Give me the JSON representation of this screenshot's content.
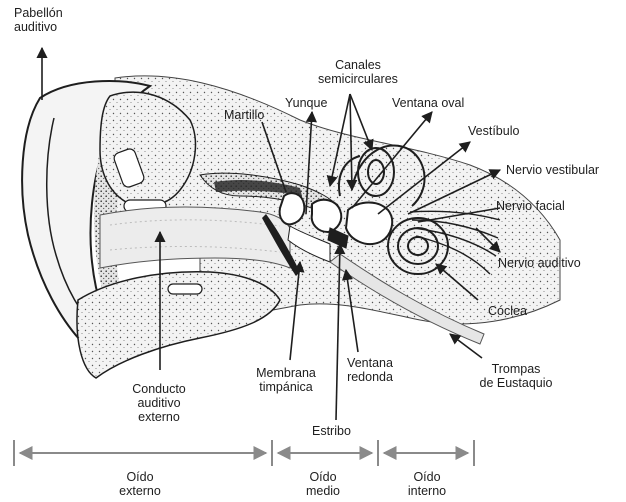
{
  "labels": {
    "pabellon_1": "Pabellón",
    "pabellon_2": "auditivo",
    "canales_1": "Canales",
    "canales_2": "semicirculares",
    "martillo": "Martillo",
    "yunque": "Yunque",
    "ventana_oval": "Ventana oval",
    "vestibulo": "Vestíbulo",
    "nervio_vestibular": "Nervio vestibular",
    "nervio_facial": "Nervio facial",
    "nervio_auditivo": "Nervio auditivo",
    "coclea": "Cóclea",
    "trompas_1": "Trompas",
    "trompas_2": "de Eustaquio",
    "ventana_redonda_1": "Ventana",
    "ventana_redonda_2": "redonda",
    "membrana_1": "Membrana",
    "membrana_2": "timpánica",
    "conducto_1": "Conducto",
    "conducto_2": "auditivo",
    "conducto_3": "externo",
    "estribo": "Estribo"
  },
  "sections": {
    "externo_1": "Oído",
    "externo_2": "externo",
    "medio_1": "Oído",
    "medio_2": "medio",
    "interno_1": "Oído",
    "interno_2": "interno"
  },
  "colors": {
    "ink": "#1e1e1e",
    "bone_fill": "#ececec",
    "pale_fill": "#f5f5f5",
    "bracket_gray": "#8a8a8a"
  }
}
